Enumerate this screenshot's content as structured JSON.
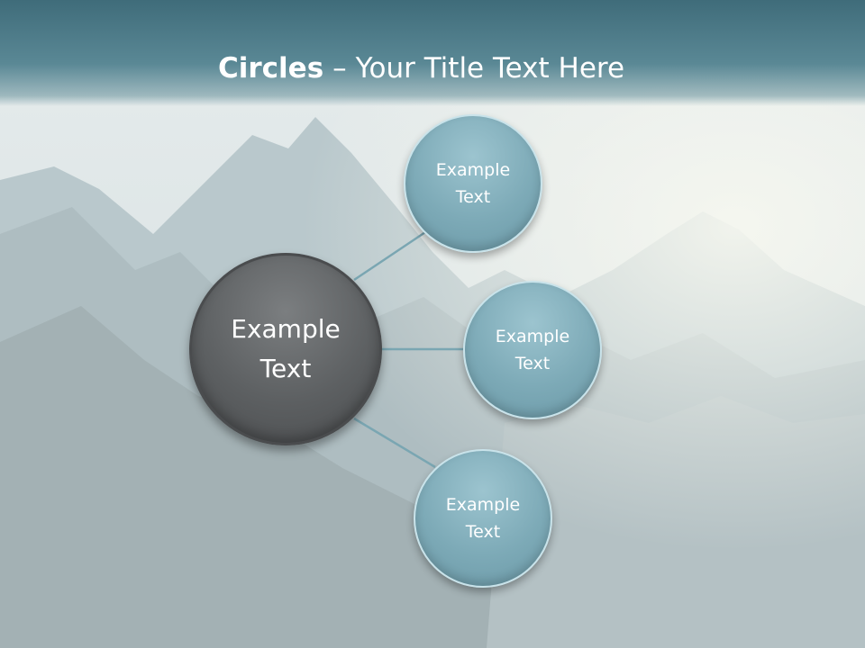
{
  "slide": {
    "title_bold": "Circles",
    "title_dash": "–",
    "title_rest": "Your Title Text Here"
  },
  "diagram": {
    "center": {
      "line1": "Example",
      "line2": "Text"
    },
    "nodes": [
      {
        "line1": "Example",
        "line2": "Text"
      },
      {
        "line1": "Example",
        "line2": "Text"
      },
      {
        "line1": "Example",
        "line2": "Text"
      }
    ]
  },
  "colors": {
    "center_fill": "#5d6062",
    "node_fill": "#7daab7",
    "connector": "#7aa6b2",
    "title_bar": "#4a7a88"
  }
}
